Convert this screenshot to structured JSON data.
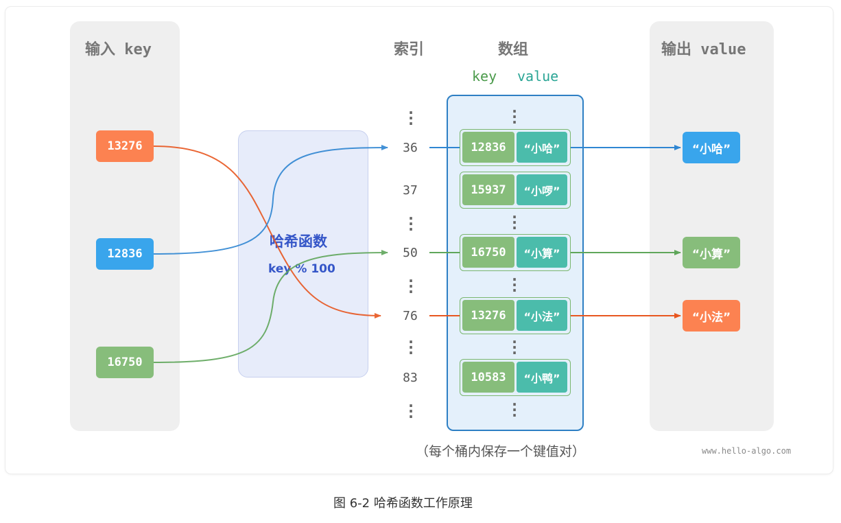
{
  "panels": {
    "input_title": "输入 key",
    "output_title": "输出 value"
  },
  "headers": {
    "index": "索引",
    "array": "数组",
    "key": "key",
    "value": "value"
  },
  "hash_function": {
    "title": "哈希函数",
    "expr": "key % 100"
  },
  "input_keys": [
    {
      "label": "13276",
      "color": "#fc8251"
    },
    {
      "label": "12836",
      "color": "#39a5ec"
    },
    {
      "label": "16750",
      "color": "#87bd7b"
    }
  ],
  "indices": [
    "36",
    "37",
    "50",
    "76",
    "83"
  ],
  "buckets": [
    {
      "key": "12836",
      "value": "“小哈”"
    },
    {
      "key": "15937",
      "value": "“小啰”"
    },
    {
      "key": "16750",
      "value": "“小算”"
    },
    {
      "key": "13276",
      "value": "“小法”"
    },
    {
      "key": "10583",
      "value": "“小鸭”"
    }
  ],
  "outputs": [
    {
      "label": "“小哈”",
      "color": "#39a5ec"
    },
    {
      "label": "“小算”",
      "color": "#87bd7b"
    },
    {
      "label": "“小法”",
      "color": "#fc8251"
    }
  ],
  "colors": {
    "orange": "#e8561f",
    "blue": "#2f86d2",
    "green": "#5fa65a",
    "key_label": "#4a9a4a",
    "value_label": "#2aa595"
  },
  "note": "（每个桶内保存一个键值对）",
  "watermark": "www.hello-algo.com",
  "caption": "图 6-2   哈希函数工作原理"
}
